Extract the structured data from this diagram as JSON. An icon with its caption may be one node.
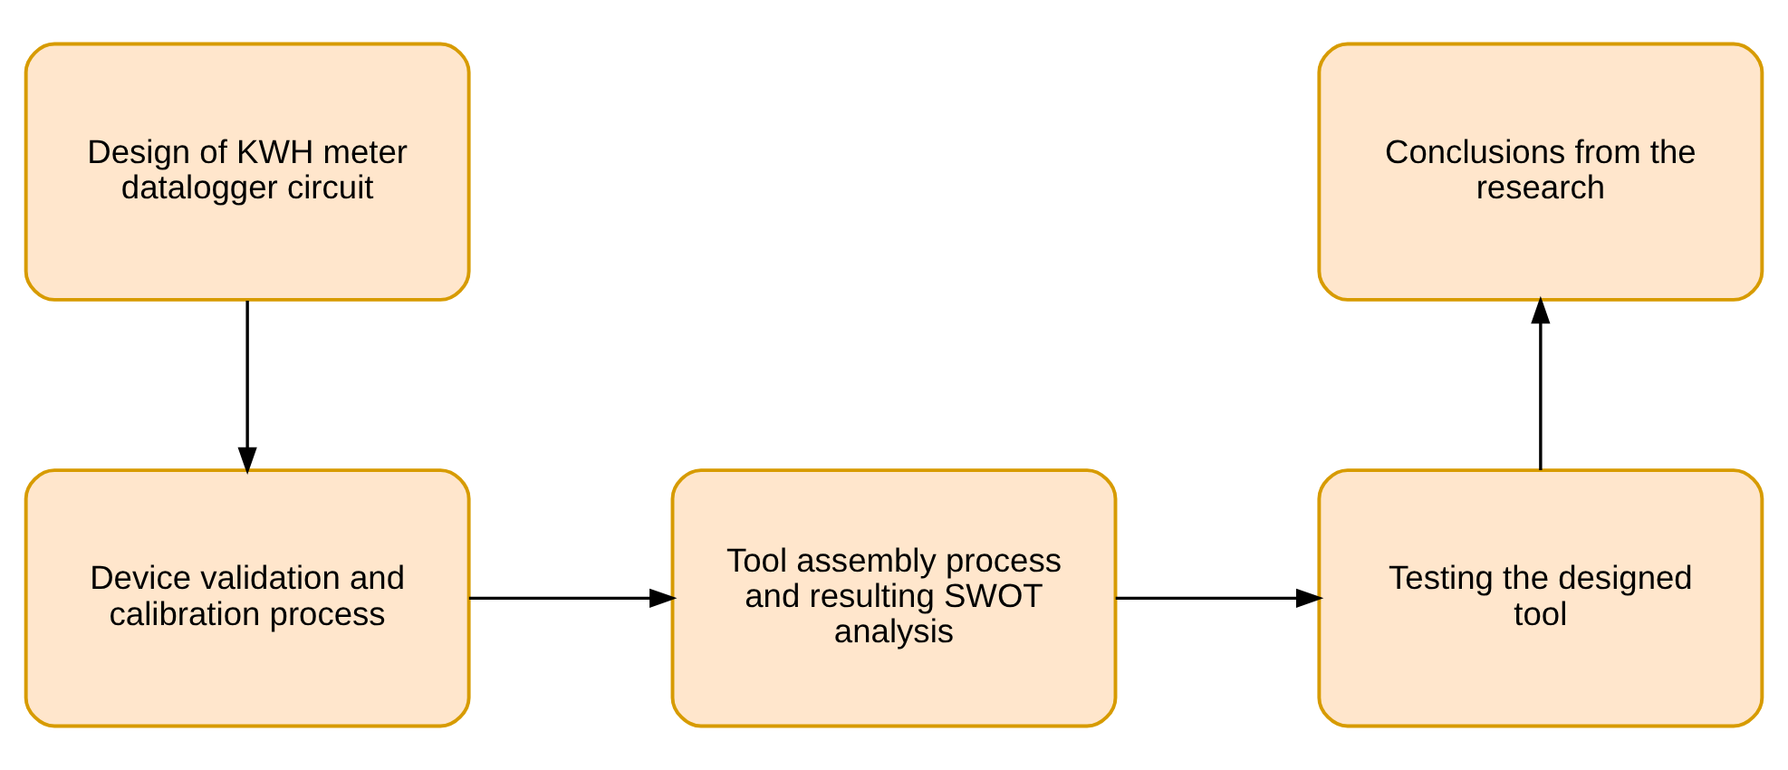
{
  "diagram": {
    "nodes": [
      {
        "text": [
          "Design of KWH meter datalogger circuit"
        ]
      },
      {
        "text": [
          "Device validation and calibration process"
        ]
      },
      {
        "text": [
          "Tool assembly process and resulting SWOT analysis"
        ]
      },
      {
        "text": [
          "Testing the designed tool"
        ]
      },
      {
        "text": [
          "Conclusions from the research"
        ]
      }
    ],
    "edges": [
      {
        "from": 0,
        "to": 1,
        "arrow": "to"
      },
      {
        "from": 1,
        "to": 2,
        "arrow": "to"
      },
      {
        "from": 2,
        "to": 3,
        "arrow": "to"
      },
      {
        "from": 3,
        "to": 4,
        "arrow": "to"
      }
    ]
  }
}
